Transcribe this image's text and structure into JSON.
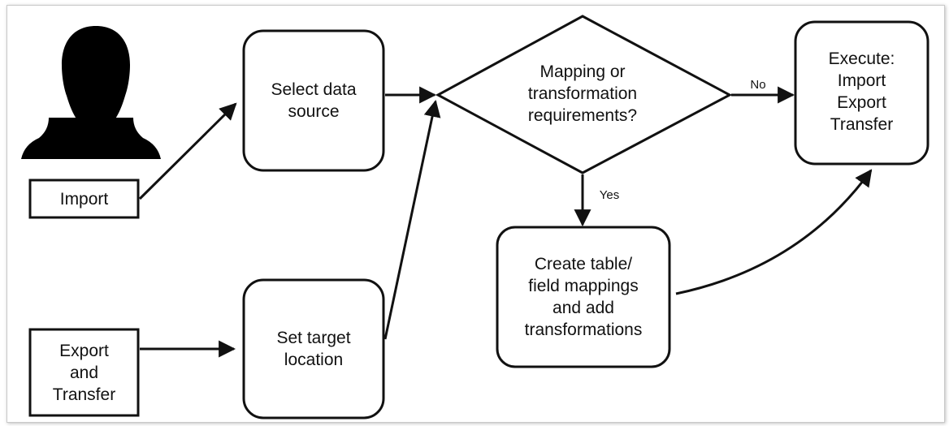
{
  "nodes": {
    "import": "Import",
    "export_transfer": "Export\nand\nTransfer",
    "select_source": "Select data\nsource",
    "set_target": "Set target\nlocation",
    "decision": "Mapping or\ntransformation\nrequirements?",
    "create_mappings": "Create table/\nfield mappings\nand add\ntransformations",
    "execute": "Execute:\nImport\nExport\nTransfer"
  },
  "edges": {
    "no_label": "No",
    "yes_label": "Yes"
  },
  "colors": {
    "stroke": "#111111",
    "silhouette": "#000000"
  },
  "icons": {
    "user": "person-silhouette-icon"
  }
}
